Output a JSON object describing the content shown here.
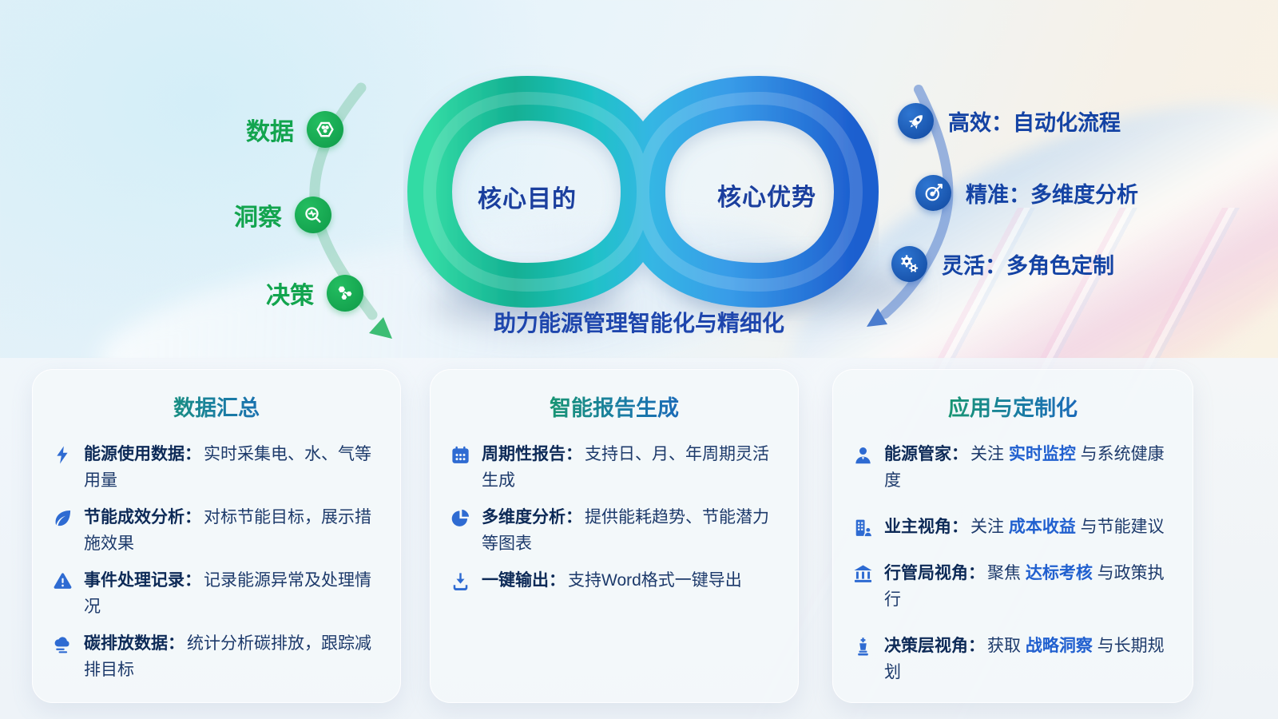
{
  "hero": {
    "left_loop_label": "核心目的",
    "right_loop_label": "核心优势",
    "subtitle": "助力能源管理智能化与精细化",
    "left_steps": [
      {
        "label": "数据",
        "icon": "molecule-hexagon-icon"
      },
      {
        "label": "洞察",
        "icon": "insight-magnifier-icon"
      },
      {
        "label": "决策",
        "icon": "decision-cluster-icon"
      }
    ],
    "right_features": [
      {
        "label": "高效：",
        "text": "自动化流程",
        "icon": "rocket-icon"
      },
      {
        "label": "精准：",
        "text": "多维度分析",
        "icon": "target-icon"
      },
      {
        "label": "灵活：",
        "text": "多角色定制",
        "icon": "gears-icon"
      }
    ]
  },
  "cards": [
    {
      "title": "数据汇总",
      "items": [
        {
          "icon": "lightning-icon",
          "label": "能源使用数据：",
          "text": "实时采集电、水、气等用量"
        },
        {
          "icon": "leaf-icon",
          "label": "节能成效分析：",
          "text": "对标节能目标，展示措施效果"
        },
        {
          "icon": "warning-icon",
          "label": "事件处理记录：",
          "text": "记录能源异常及处理情况"
        },
        {
          "icon": "cloud-icon",
          "label": "碳排放数据：",
          "text": "统计分析碳排放，跟踪减排目标"
        }
      ]
    },
    {
      "title": "智能报告生成",
      "items": [
        {
          "icon": "calendar-icon",
          "label": "周期性报告：",
          "text": "支持日、月、年周期灵活生成"
        },
        {
          "icon": "pie-chart-icon",
          "label": "多维度分析：",
          "text": "提供能耗趋势、节能潜力等图表"
        },
        {
          "icon": "download-icon",
          "label": "一键输出：",
          "text": "支持Word格式一键导出"
        }
      ]
    },
    {
      "title": "应用与定制化",
      "items": [
        {
          "icon": "user-icon",
          "label": "能源管家：",
          "pre": "关注 ",
          "highlight": "实时监控",
          "post": " 与系统健康度"
        },
        {
          "icon": "building-user-icon",
          "label": "业主视角：",
          "pre": "关注 ",
          "highlight": "成本收益",
          "post": " 与节能建议"
        },
        {
          "icon": "bank-icon",
          "label": "行管局视角：",
          "pre": "聚焦 ",
          "highlight": "达标考核",
          "post": " 与政策执行"
        },
        {
          "icon": "chess-icon",
          "label": "决策层视角：",
          "pre": "获取 ",
          "highlight": "战略洞察",
          "post": " 与长期规划"
        }
      ]
    }
  ],
  "colors": {
    "green_accent": "#12a44e",
    "blue_accent": "#1443a4",
    "deep_blue_badge": "#11489f",
    "highlight_blue": "#2160cf",
    "body_text": "#1d3a6b",
    "label_text": "#0d2a57",
    "infinity_left": "#2bd3a0",
    "infinity_right": "#1d5ecf",
    "card_bg": "#f3f7fa"
  }
}
